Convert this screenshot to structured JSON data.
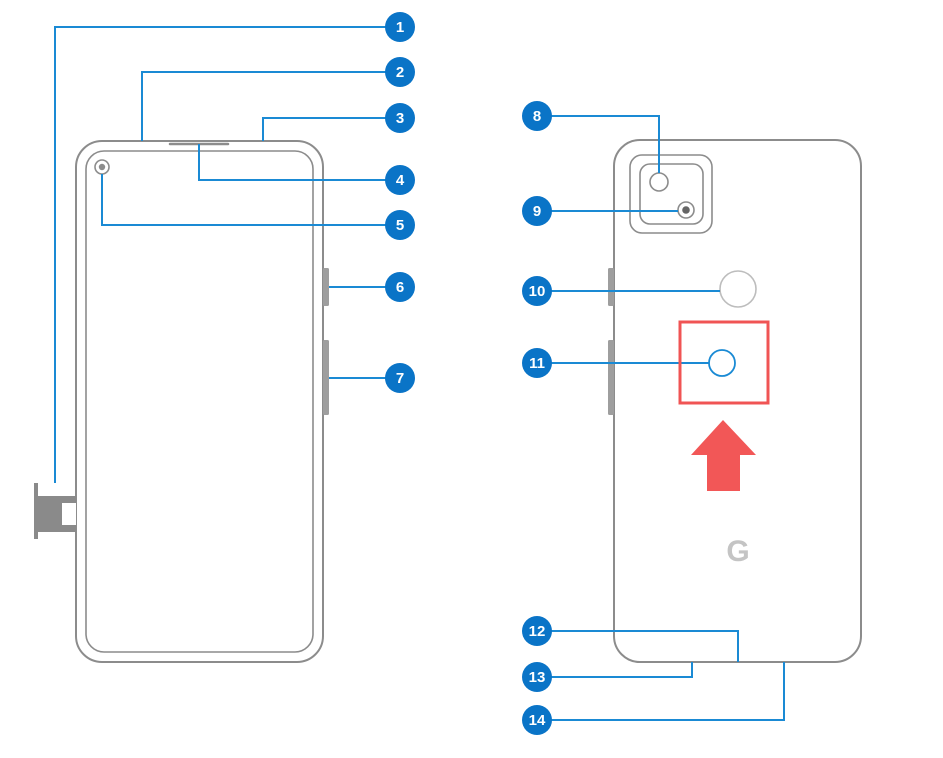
{
  "callouts": [
    {
      "label": "1"
    },
    {
      "label": "2"
    },
    {
      "label": "3"
    },
    {
      "label": "4"
    },
    {
      "label": "5"
    },
    {
      "label": "6"
    },
    {
      "label": "7"
    },
    {
      "label": "8"
    },
    {
      "label": "9"
    },
    {
      "label": "10"
    },
    {
      "label": "11"
    },
    {
      "label": "12"
    },
    {
      "label": "13"
    },
    {
      "label": "14"
    }
  ],
  "logo_text": "G",
  "colors": {
    "callout_fill": "#0a74c7",
    "leader_line": "#1a8ad4",
    "device_outline": "#8c8c8c",
    "button_fill": "#9e9e9e",
    "sim_tray_fill": "#8a8a8a",
    "highlight": "#f05454",
    "arrow": "#f25757"
  },
  "icons": {
    "highlight_box": "red-rectangle",
    "pointer": "red-up-arrow"
  }
}
